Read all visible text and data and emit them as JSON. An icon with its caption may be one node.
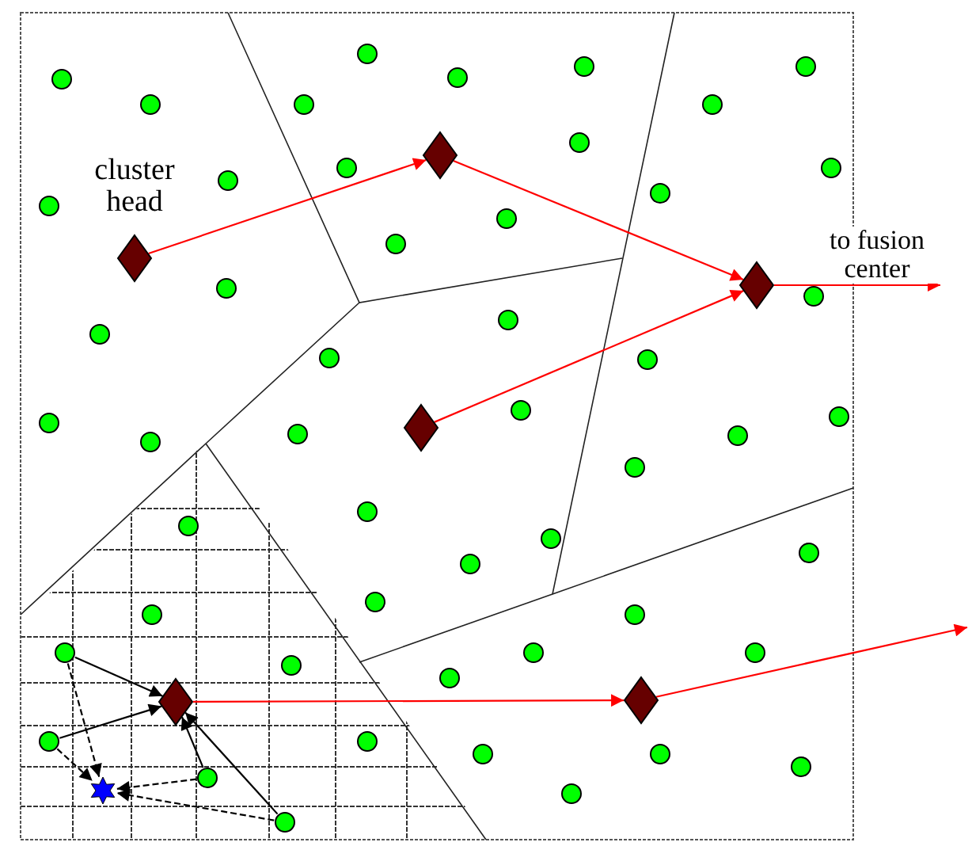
{
  "diagram": {
    "nodes": [
      {
        "text": [],
        "shape": "diamond",
        "beside": [
          "cluster head"
        ]
      },
      {
        "text": [],
        "shape": "diamond"
      },
      {
        "text": [],
        "shape": "diamond"
      },
      {
        "text": [],
        "shape": "diamond"
      },
      {
        "text": [],
        "shape": "diamond"
      },
      {
        "text": [],
        "shape": "diamond"
      },
      {
        "text": [],
        "shape": "circle"
      },
      {
        "text": [],
        "shape": "circle"
      },
      {
        "text": [],
        "shape": "circle"
      },
      {
        "text": [],
        "shape": "circle"
      },
      {
        "text": [],
        "shape": "star"
      },
      {
        "text": [],
        "shape": "circle"
      },
      {
        "text": [],
        "shape": "circle"
      },
      {
        "text": [],
        "shape": "circle"
      },
      {
        "text": [],
        "shape": "circle"
      },
      {
        "text": [],
        "shape": "circle"
      },
      {
        "text": [],
        "shape": "circle"
      },
      {
        "text": [],
        "shape": "circle"
      },
      {
        "text": [],
        "shape": "circle"
      },
      {
        "text": [],
        "shape": "circle"
      },
      {
        "text": [],
        "shape": "circle"
      },
      {
        "text": [],
        "shape": "circle"
      },
      {
        "text": [],
        "shape": "circle"
      },
      {
        "text": [],
        "shape": "circle"
      },
      {
        "text": [],
        "shape": "circle"
      },
      {
        "text": [],
        "shape": "circle"
      },
      {
        "text": [],
        "shape": "circle"
      },
      {
        "text": [],
        "shape": "circle"
      },
      {
        "text": [],
        "shape": "circle"
      },
      {
        "text": [],
        "shape": "circle"
      },
      {
        "text": [],
        "shape": "circle"
      },
      {
        "text": [],
        "shape": "circle"
      },
      {
        "text": [],
        "shape": "circle"
      },
      {
        "text": [],
        "shape": "circle"
      },
      {
        "text": [],
        "shape": "circle"
      },
      {
        "text": [],
        "shape": "circle"
      },
      {
        "text": [],
        "shape": "circle"
      },
      {
        "text": [],
        "shape": "circle"
      },
      {
        "text": [],
        "shape": "circle"
      },
      {
        "text": [],
        "shape": "circle"
      },
      {
        "text": [],
        "shape": "circle"
      },
      {
        "text": [],
        "shape": "circle"
      },
      {
        "text": [],
        "shape": "circle"
      },
      {
        "text": [],
        "shape": "circle"
      },
      {
        "text": [],
        "shape": "circle"
      },
      {
        "text": [],
        "shape": "circle"
      },
      {
        "text": [],
        "shape": "circle"
      },
      {
        "text": [],
        "shape": "circle"
      },
      {
        "text": [],
        "shape": "circle"
      },
      {
        "text": [],
        "shape": "circle"
      },
      {
        "text": [],
        "shape": "circle"
      },
      {
        "text": [],
        "shape": "circle"
      },
      {
        "text": [],
        "shape": "circle"
      },
      {
        "text": [],
        "shape": "circle"
      },
      {
        "text": [],
        "shape": "circle"
      },
      {
        "text": [],
        "shape": "circle"
      },
      {
        "text": [],
        "shape": "circle"
      }
    ],
    "edges": [
      {
        "from": 0,
        "to": 1,
        "arrow": "to",
        "color": "#ff0000"
      },
      {
        "from": 1,
        "to": 2,
        "arrow": "to",
        "color": "#ff0000"
      },
      {
        "from": 3,
        "to": 2,
        "arrow": "to",
        "color": "#ff0000"
      },
      {
        "from": 2,
        "to": null,
        "arrow": "to",
        "color": "#ff0000",
        "label": "to fusion center"
      },
      {
        "from": 4,
        "to": 5,
        "arrow": "to",
        "color": "#ff0000"
      },
      {
        "from": 5,
        "to": null,
        "arrow": "to",
        "color": "#ff0000"
      },
      {
        "from": 6,
        "to": 4,
        "arrow": "to"
      },
      {
        "from": 7,
        "to": 4,
        "arrow": "to"
      },
      {
        "from": 8,
        "to": 4,
        "arrow": "to"
      },
      {
        "from": 9,
        "to": 4,
        "arrow": "to"
      },
      {
        "from": 6,
        "to": 10,
        "arrow": "to",
        "style": "dashed"
      },
      {
        "from": 7,
        "to": 10,
        "arrow": "to",
        "style": "dashed"
      },
      {
        "from": 8,
        "to": 10,
        "arrow": "to",
        "style": "dashed"
      },
      {
        "from": 9,
        "to": 10,
        "arrow": "to",
        "style": "dashed"
      }
    ]
  }
}
